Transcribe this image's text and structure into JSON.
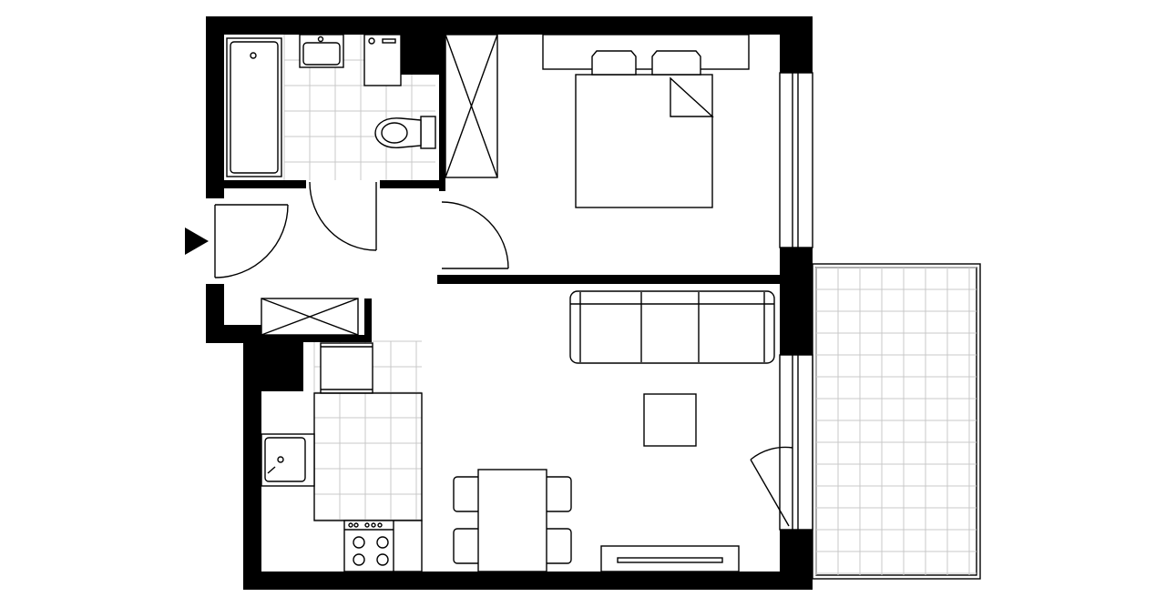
{
  "plan": {
    "wall_color": "#000000",
    "background_color": "#ffffff",
    "tile_color": "#c8c8c8",
    "entrance_marker": "triangle-arrow-icon",
    "rooms": [
      "bathroom",
      "bedroom",
      "hall",
      "kitchen",
      "living-room",
      "balcony"
    ]
  }
}
